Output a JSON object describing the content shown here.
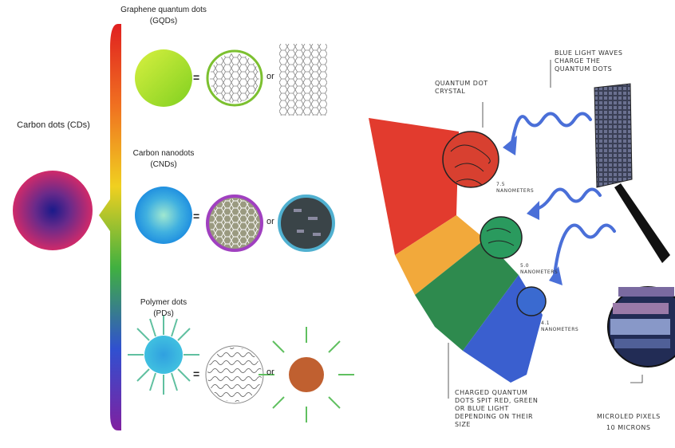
{
  "left_panel": {
    "main_label": "Carbon dots (CDs)",
    "rows": [
      {
        "label_line1": "Graphene quantum dots",
        "label_line2": "(GQDs)",
        "equals": "=",
        "or": "or"
      },
      {
        "label_line1": "Carbon nanodots",
        "label_line2": "(CNDs)",
        "equals": "=",
        "or": "or"
      },
      {
        "label_line1": "Polymer dots",
        "label_line2": "(PDs)",
        "equals": "=",
        "or": "or"
      }
    ]
  },
  "right_panel": {
    "quantum_dot_crystal": "QUANTUM DOT CRYSTAL",
    "blue_light": "BLUE LIGHT WAVES CHARGE THE QUANTUM DOTS",
    "sizes": [
      {
        "value": "7.5",
        "unit": "NANOMETERS"
      },
      {
        "value": "5.0",
        "unit": "NANOMETERS"
      },
      {
        "value": "4.1",
        "unit": "NANOMETERS"
      }
    ],
    "charged_caption": "CHARGED QUANTUM DOTS SPIT RED, GREEN OR BLUE LIGHT DEPENDING ON THEIR SIZE",
    "microled_line1": "MICROLED PIXELS",
    "microled_line2": "10 MICRONS"
  },
  "colors": {
    "red": "#e23b2e",
    "orange": "#f2a93b",
    "green": "#2e8a4e",
    "blue": "#3a5fcf",
    "wave": "#4a6fd8"
  }
}
